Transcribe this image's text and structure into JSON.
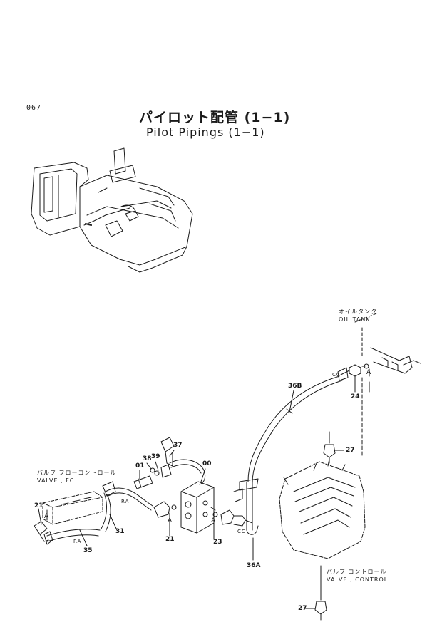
{
  "page": {
    "number": "067",
    "title_jp": "パイロット配管 (1−1)",
    "title_en": "Pilot Pipings (1−1)"
  },
  "labels": {
    "oil_tank_jp": "オイルタンク",
    "oil_tank_en": "OIL TANK",
    "valve_fc_jp": "バルブ フローコントロール",
    "valve_fc_en": "VALVE , FC",
    "valve_control_jp": "バルブ コントロール",
    "valve_control_en": "VALVE , CONTROL"
  },
  "callouts": {
    "c01": "01",
    "c38": "38",
    "c39": "39",
    "c37": "37",
    "c00": "00",
    "c21_left": "21",
    "c21_mid": "21",
    "c31": "31",
    "c35": "35",
    "c23": "23",
    "c36A": "36A",
    "c36B": "36B",
    "c24": "24",
    "c27_top": "27",
    "c27_bottom": "27",
    "a_left": "A",
    "a_mid": "A",
    "a_right": "A",
    "a_tank": "A",
    "ra_upper": "RA",
    "ra_lower": "RA",
    "cc_top": "CC",
    "cc_bottom": "CC"
  },
  "colors": {
    "ink": "#1a1a1a",
    "paper": "#ffffff"
  }
}
